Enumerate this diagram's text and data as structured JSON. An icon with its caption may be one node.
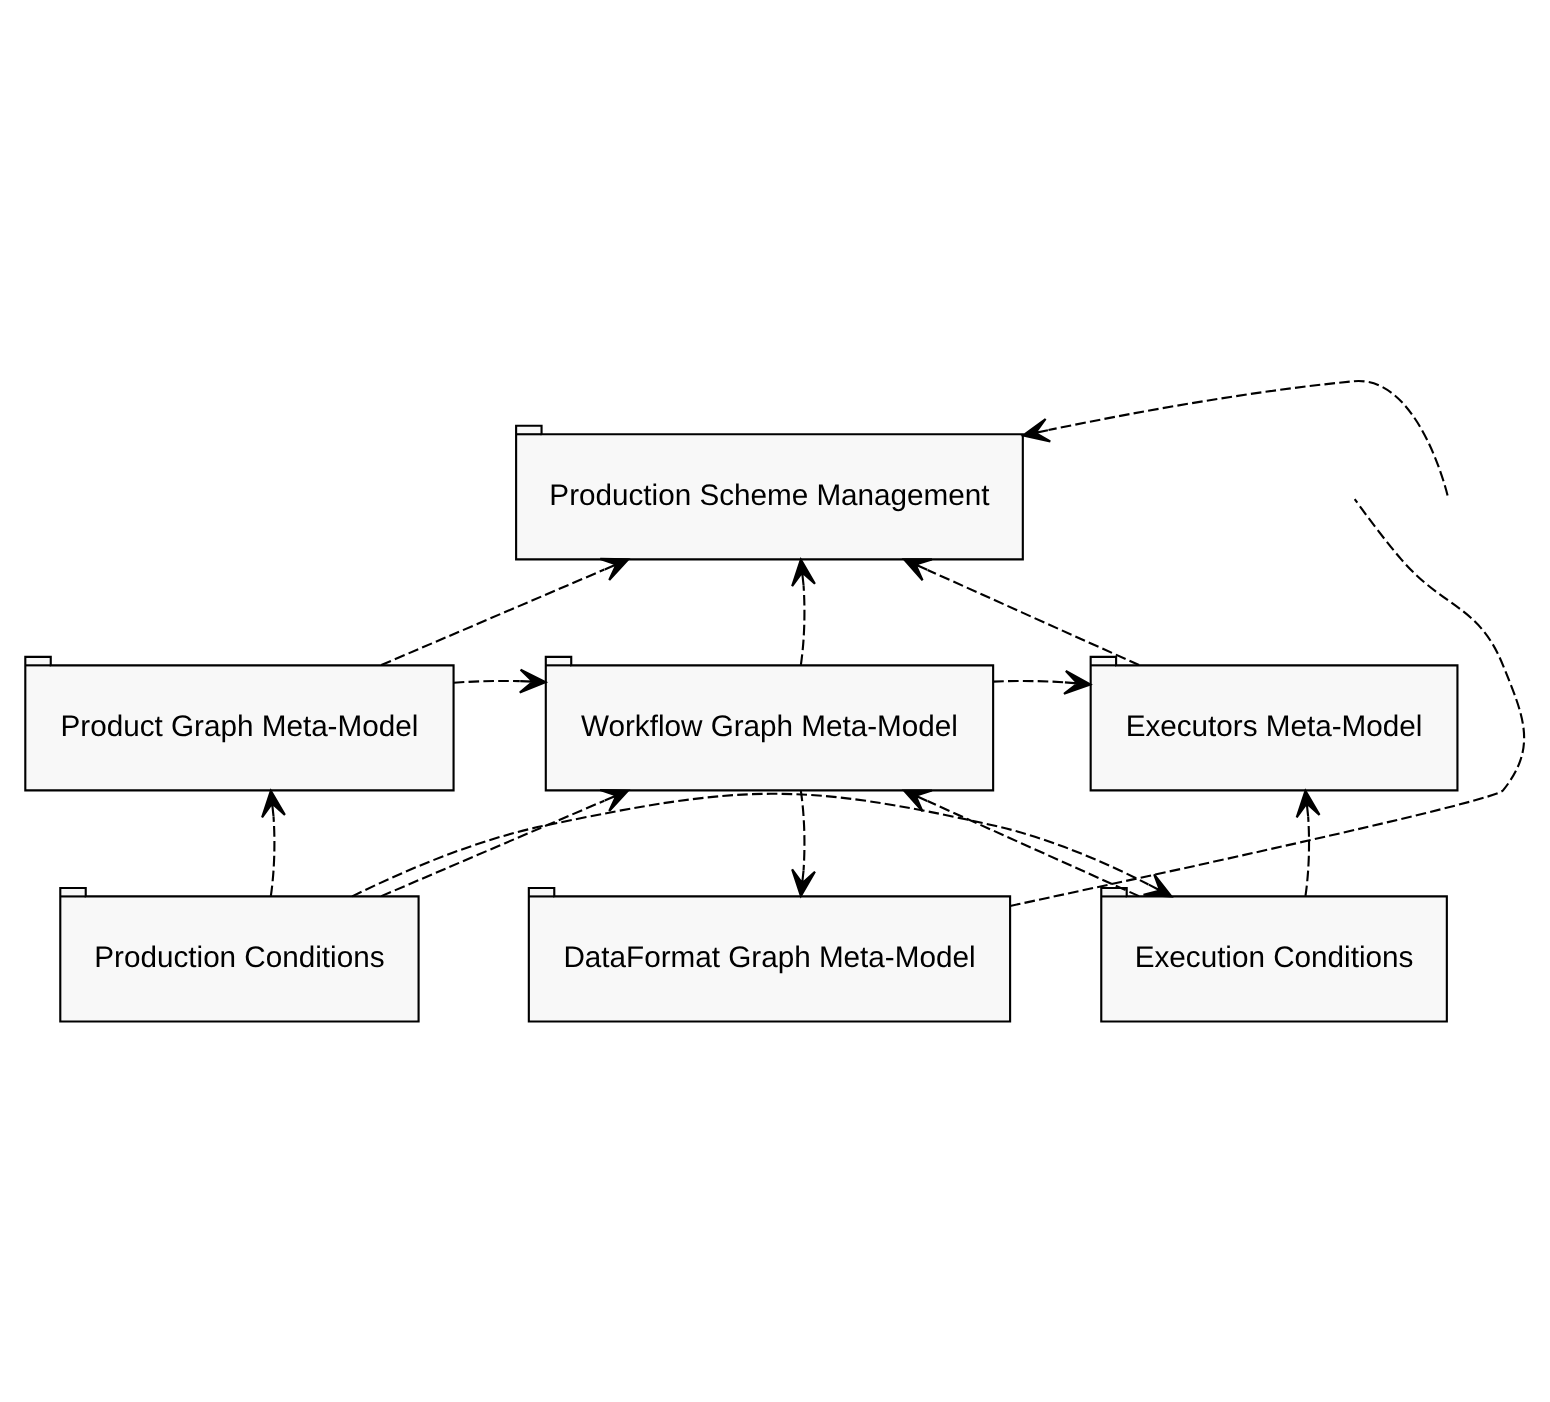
{
  "diagram": {
    "nodes": [
      {
        "text": [
          "Production Scheme Management"
        ]
      },
      {
        "text": [
          "Product Graph Meta-Model"
        ]
      },
      {
        "text": [
          "Workflow Graph Meta-Model"
        ]
      },
      {
        "text": [
          "Executors Meta-Model"
        ]
      },
      {
        "text": [
          "Production Conditions"
        ]
      },
      {
        "text": [
          "Execution Conditions"
        ]
      },
      {
        "text": [
          "DataFormat Graph Meta-Model"
        ]
      }
    ],
    "edges": [
      {
        "from": 1,
        "to": 0,
        "arrow": "to",
        "style": "dashed"
      },
      {
        "from": 2,
        "to": 0,
        "arrow": "to",
        "style": "dashed"
      },
      {
        "from": 3,
        "to": 0,
        "arrow": "to",
        "style": "dashed"
      },
      {
        "from": null,
        "to": 0,
        "arrow": "to",
        "style": "dashed"
      },
      {
        "from": 1,
        "to": 2,
        "arrow": "to",
        "style": "dashed"
      },
      {
        "from": 2,
        "to": 3,
        "arrow": "to",
        "style": "dashed"
      },
      {
        "from": 4,
        "to": 1,
        "arrow": "to",
        "style": "dashed"
      },
      {
        "from": 4,
        "to": 2,
        "arrow": "to",
        "style": "dashed"
      },
      {
        "from": 5,
        "to": 2,
        "arrow": "to",
        "style": "dashed"
      },
      {
        "from": 5,
        "to": 3,
        "arrow": "to",
        "style": "dashed"
      },
      {
        "from": 4,
        "to": 5,
        "arrow": "to",
        "style": "dashed"
      },
      {
        "from": 2,
        "to": 6,
        "arrow": "to",
        "style": "dashed"
      },
      {
        "from": 6,
        "to": null,
        "arrow": "none",
        "style": "dashed"
      }
    ]
  }
}
